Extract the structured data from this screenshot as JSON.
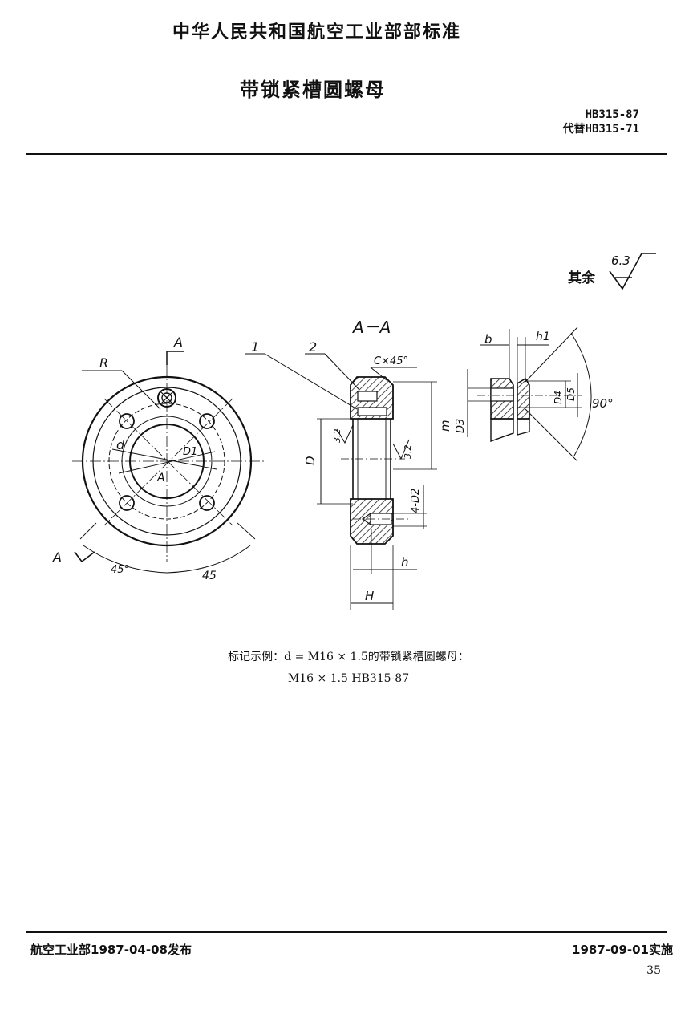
{
  "header": {
    "org": "中华人民共和国航空工业部部标准",
    "title": "带锁紧槽圆螺母",
    "std_code": "HB315-87",
    "replaces": "代替HB315-71"
  },
  "roughness": {
    "prefix": "其余",
    "value": "6.3"
  },
  "drawing": {
    "section_label": "A－A",
    "labels": {
      "A": "A",
      "R": "R",
      "d": "d",
      "D1": "D1",
      "angle45a": "45°",
      "angle45b": "45",
      "part1": "1",
      "part2": "2",
      "chamfer": "C×45°",
      "r32a": "3.2",
      "r32b": "3.2",
      "D": "D",
      "m": "m",
      "fourD2": "4-D2",
      "h": "h",
      "H": "H",
      "b": "b",
      "h1": "h1",
      "D3": "D3",
      "D4": "D4",
      "D5": "D5",
      "angle90": "90°"
    }
  },
  "caption": {
    "line1": "标记示例：d = M16 × 1.5的带锁紧槽圆螺母：",
    "line2": "M16 × 1.5  HB315-87"
  },
  "footer": {
    "issued": "航空工业部1987-04-08发布",
    "effective": "1987-09-01实施",
    "page": "35"
  }
}
